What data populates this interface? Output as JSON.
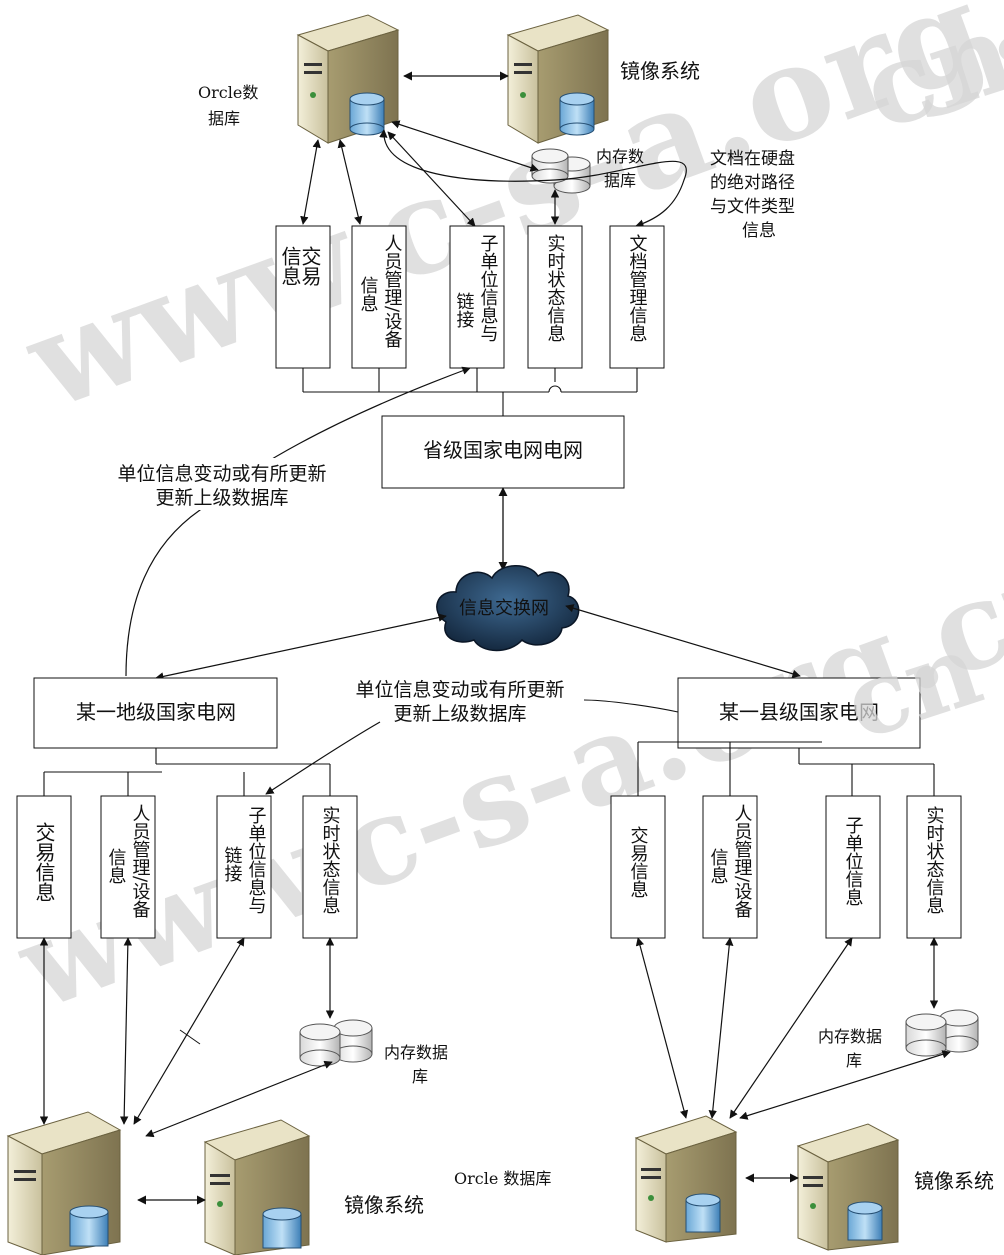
{
  "watermark": {
    "text_main": "www.c-s-a.org.cn",
    "text_corner": "cn"
  },
  "top": {
    "db_label_1": "Orcle数",
    "db_label_2": "据库",
    "mirror_label": "镜像系统",
    "memdb_label_1": "内存数",
    "memdb_label_2": "据库",
    "doc_path_note": [
      "文档在硬盘",
      "的绝对路径",
      "与文件类型",
      "信息"
    ],
    "boxes": [
      {
        "cols": [
          "交易",
          "信息"
        ]
      },
      {
        "cols": [
          "人员管理/设备",
          "信息"
        ]
      },
      {
        "cols": [
          "子单位信息与",
          "链接"
        ]
      },
      {
        "cols": [
          "实时状态信息"
        ]
      },
      {
        "cols": [
          "文档管理信息"
        ]
      }
    ],
    "province_label": "省级国家电网电网"
  },
  "update_note_top": [
    "单位信息变动或有所更新",
    "更新上级数据库"
  ],
  "cloud_label": "信息交换网",
  "left": {
    "region_label": "某一地级国家电网",
    "update_note": [
      "单位信息变动或有所更新",
      "更新上级数据库"
    ],
    "boxes": [
      {
        "cols": [
          "交易信息"
        ]
      },
      {
        "cols": [
          "人员管理/设备",
          "信息"
        ]
      },
      {
        "cols": [
          "子单位信息与",
          "链接"
        ]
      },
      {
        "cols": [
          "实时状态信息"
        ]
      }
    ],
    "memdb_label_1": "内存数据",
    "memdb_label_2": "库",
    "mirror_label": "镜像系统",
    "db_label": "Orcle 数据库"
  },
  "right": {
    "region_label": "某一县级国家电网",
    "boxes": [
      {
        "cols": [
          "交易信息"
        ]
      },
      {
        "cols": [
          "人员管理/设备",
          "信息"
        ]
      },
      {
        "cols": [
          "子单位信息"
        ]
      },
      {
        "cols": [
          "实时状态信息"
        ]
      }
    ],
    "memdb_label_1": "内存数据",
    "memdb_label_2": "库",
    "mirror_label": "镜像系统"
  }
}
